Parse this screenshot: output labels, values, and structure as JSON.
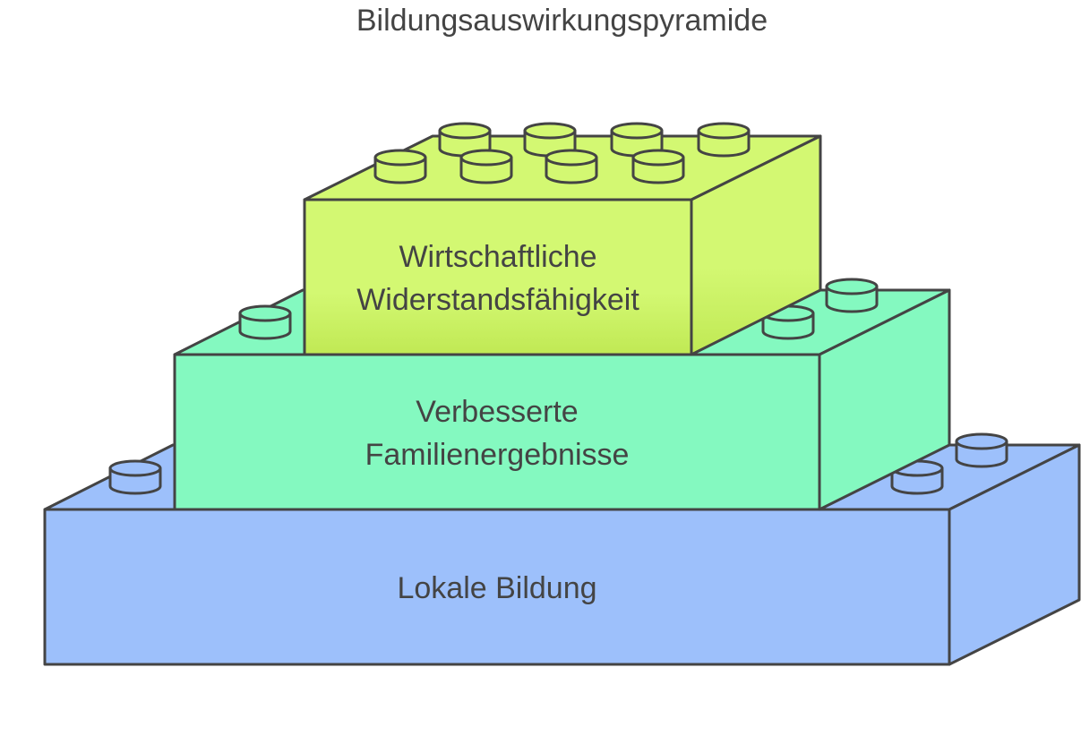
{
  "title": "Bildungsauswirkungspyramide",
  "levels": [
    {
      "name": "top",
      "line1": "Wirtschaftliche",
      "line2": "Widerstandsfähigkeit",
      "color": "#d3f872"
    },
    {
      "name": "middle",
      "line1": "Verbesserte",
      "line2": "Familienergebnisse",
      "color": "#84f9c0"
    },
    {
      "name": "bottom",
      "line1": "Lokale Bildung",
      "color": "#9dc0fb"
    }
  ]
}
